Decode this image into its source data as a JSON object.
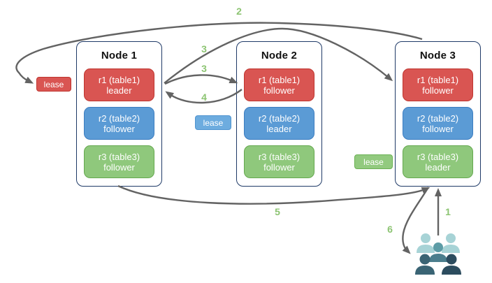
{
  "colors": {
    "canvas_bg": "#ffffff",
    "node_border": "#1f3a67",
    "node_title": "#111111",
    "box_text": "#ffffff",
    "red_fill": "#d95552",
    "red_border": "#bf352f",
    "blue_fill": "#5b9bd5",
    "blue_border": "#3c7dc0",
    "green_fill": "#8fc87c",
    "green_border": "#64a84e",
    "lease_red_fill": "#d95552",
    "lease_red_border": "#bf352f",
    "lease_blue_fill": "#6dacdf",
    "lease_blue_border": "#4f94d0",
    "lease_green_fill": "#92ca7f",
    "lease_green_border": "#6ab153",
    "arrow": "#636363",
    "step_number": "#8cc472",
    "users_light": "#a7d3d6",
    "users_medium_head": "#5d9ca6",
    "users_medium_body": "#4b7e8d",
    "users_dark": "#3a6474",
    "users_darkest": "#2c4c5e"
  },
  "nodes": [
    {
      "title": "Node 1",
      "replicas": [
        {
          "name": "r1 (table1)",
          "role": "leader"
        },
        {
          "name": "r2 (table2)",
          "role": "follower"
        },
        {
          "name": "r3 (table3)",
          "role": "follower"
        }
      ]
    },
    {
      "title": "Node 2",
      "replicas": [
        {
          "name": "r1 (table1)",
          "role": "follower"
        },
        {
          "name": "r2 (table2)",
          "role": "leader"
        },
        {
          "name": "r3 (table3)",
          "role": "follower"
        }
      ]
    },
    {
      "title": "Node 3",
      "replicas": [
        {
          "name": "r1 (table1)",
          "role": "follower"
        },
        {
          "name": "r2 (table2)",
          "role": "follower"
        },
        {
          "name": "r3 (table3)",
          "role": "leader"
        }
      ]
    }
  ],
  "leases": {
    "red": {
      "label": "lease"
    },
    "blue": {
      "label": "lease"
    },
    "green": {
      "label": "lease"
    }
  },
  "steps": {
    "s1": "1",
    "s2": "2",
    "s3a": "3",
    "s3b": "3",
    "s4": "4",
    "s5": "5",
    "s6": "6"
  },
  "icons": {
    "users_group": "users-group-icon"
  }
}
